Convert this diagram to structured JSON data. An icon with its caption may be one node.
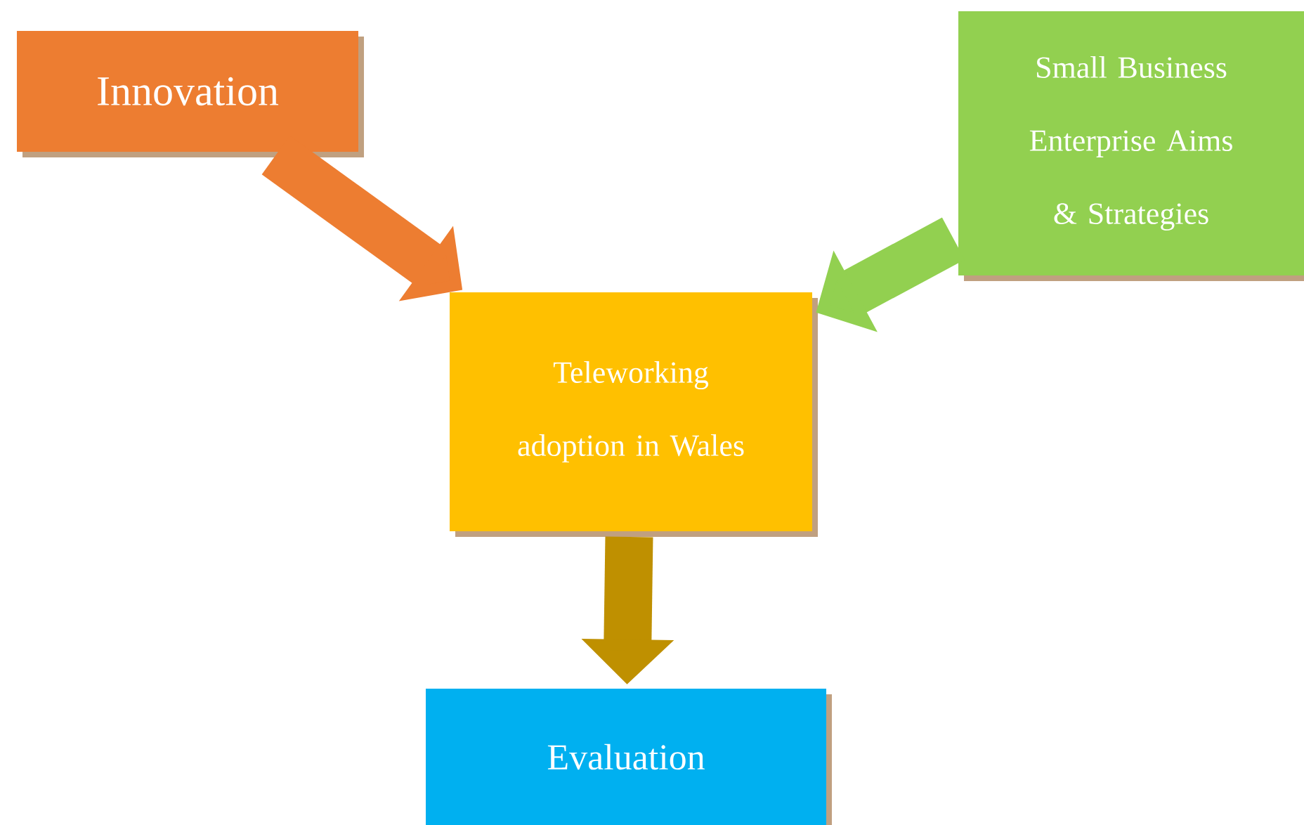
{
  "diagram": {
    "nodes": [
      {
        "text": [
          "Innovation"
        ]
      },
      {
        "text": [
          "Small Business Enterprise Aims & Strategies"
        ]
      },
      {
        "text": [
          "Teleworking adoption in Wales"
        ]
      },
      {
        "text": [
          "Evaluation"
        ]
      }
    ],
    "edges": [
      {
        "from": 0,
        "to": 2,
        "arrow": "to",
        "color": "#ed7d31"
      },
      {
        "from": 1,
        "to": 2,
        "arrow": "to",
        "color": "#92d050"
      },
      {
        "from": 2,
        "to": 3,
        "arrow": "to",
        "color": "#bf9000"
      }
    ]
  }
}
